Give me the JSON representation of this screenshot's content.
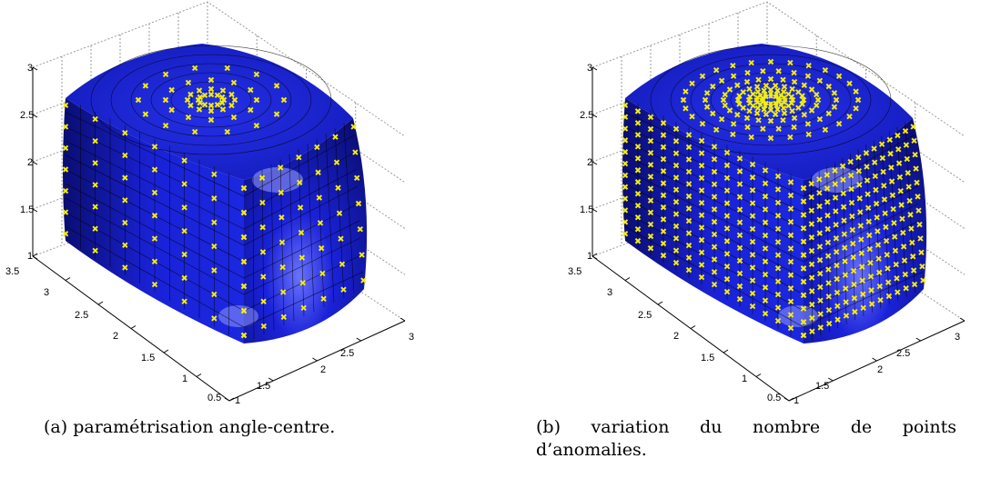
{
  "colors": {
    "surface": "#1a22d8",
    "surface_dark": "#0a0d72",
    "mesh": "#000000",
    "markers": "#f2ee0e",
    "grid": "#9a9a9a"
  },
  "chart_data": [
    {
      "type": "surface",
      "caption_tag": "(a)",
      "caption": "paramétrisation angle-centre.",
      "z_ticks": [
        "1",
        "1.5",
        "2",
        "2.5",
        "3"
      ],
      "y_ticks": [
        "0.5",
        "1",
        "1.5",
        "2",
        "2.5",
        "3",
        "3.5"
      ],
      "x_ticks": [
        "1",
        "1.5",
        "2",
        "2.5",
        "3"
      ],
      "xlim": [
        1,
        3
      ],
      "ylim": [
        0.5,
        3.5
      ],
      "zlim": [
        1,
        3
      ],
      "grid": true,
      "markers": "yellow x",
      "marker_density": "sparse"
    },
    {
      "type": "surface",
      "caption_tag": "(b)",
      "caption_words": [
        "variation",
        "du",
        "nombre",
        "de",
        "points"
      ],
      "caption_line2": "d’anomalies.",
      "z_ticks": [
        "1",
        "1.5",
        "2",
        "2.5",
        "3"
      ],
      "y_ticks": [
        "0.5",
        "1",
        "1.5",
        "2",
        "2.5",
        "3",
        "3.5"
      ],
      "x_ticks": [
        "1",
        "1.5",
        "2",
        "2.5",
        "3"
      ],
      "xlim": [
        1,
        3
      ],
      "ylim": [
        0.5,
        3.5
      ],
      "zlim": [
        1,
        3
      ],
      "grid": true,
      "markers": "yellow x",
      "marker_density": "dense"
    }
  ]
}
